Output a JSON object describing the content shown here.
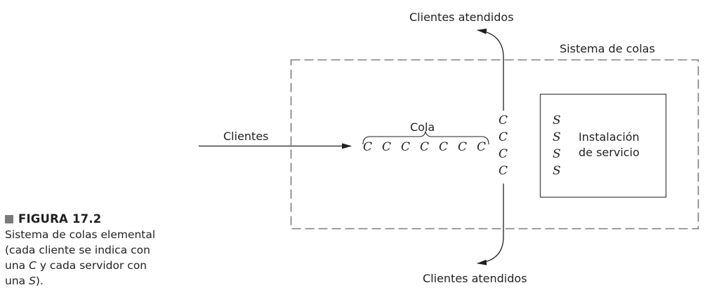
{
  "diagram": {
    "system_label": "Sistema de colas",
    "arrivals_label": "Clientes",
    "queue_label": "Cola",
    "served_top_label": "Clientes atendidos",
    "served_bottom_label": "Clientes atendidos",
    "service_facility_label_line1": "Instalación",
    "service_facility_label_line2": "de servicio",
    "queue_customers": [
      "C",
      "C",
      "C",
      "C",
      "C",
      "C",
      "C"
    ],
    "in_service_customers": [
      "C",
      "C",
      "C",
      "C"
    ],
    "servers": [
      "S",
      "S",
      "S",
      "S"
    ]
  },
  "caption": {
    "figure_label": "FIGURA 17.2",
    "line1": "Sistema de colas elemental",
    "line2": "(cada cliente se indica con",
    "line3_pre": "una ",
    "line3_c": "C",
    "line3_post": " y cada servidor con",
    "line4_pre": "una ",
    "line4_s": "S",
    "line4_post": ")."
  }
}
